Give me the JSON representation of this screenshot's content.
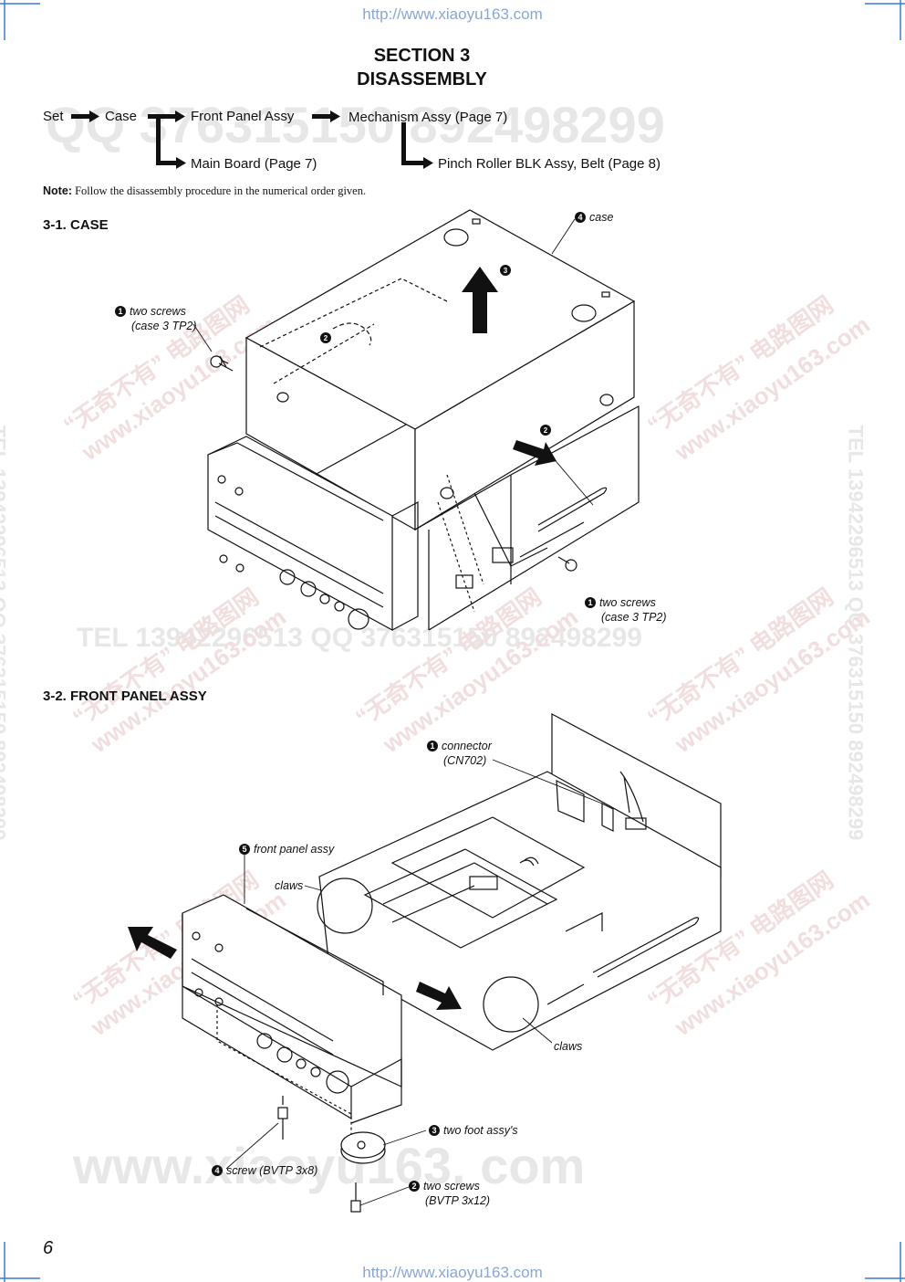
{
  "url": "http://www.xiaoyu163.com",
  "section_title": "SECTION 3",
  "section_subtitle": "DISASSEMBLY",
  "flow": {
    "set": "Set",
    "case": "Case",
    "front_panel": "Front Panel Assy",
    "mechanism": "Mechanism Assy (Page 7)",
    "main_board": "Main Board (Page 7)",
    "pinch_roller": "Pinch Roller BLK Assy, Belt (Page 8)"
  },
  "note": {
    "label": "Note:",
    "text": "Follow the disassembly procedure in the numerical order given."
  },
  "s31": {
    "heading": "3-1. CASE",
    "case_label": "case",
    "screws_tl_1": "two screws",
    "screws_tl_2": "(case 3 TP2)",
    "screws_br_1": "two screws",
    "screws_br_2": "(case 3 TP2)"
  },
  "s32": {
    "heading": "3-2. FRONT PANEL ASSY",
    "connector_1": "connector",
    "connector_2": "(CN702)",
    "front_panel": "front panel assy",
    "claws_1": "claws",
    "claws_2": "claws",
    "foot": "two foot assy's",
    "screw_bvtp38": "screw (BVTP 3x8)",
    "screws2_1": "two screws",
    "screws2_2": "(BVTP 3x12)"
  },
  "watermarks": {
    "qq_top": "QQ 376315150  892498299",
    "tel_mid": "TEL  13942296513   QQ  376315150  892498299",
    "tel_side": "TEL  13942296513  QQ  376315150  892498299",
    "site_cn": "“无奇不有” 电路图网",
    "site_en": "www.xiaoyu163.com",
    "bottom_www": "www.xiaoyu163. com"
  },
  "page_number": "6",
  "markers": {
    "n1": "1",
    "n2": "2",
    "n3": "3",
    "n4": "4",
    "n5": "5"
  }
}
